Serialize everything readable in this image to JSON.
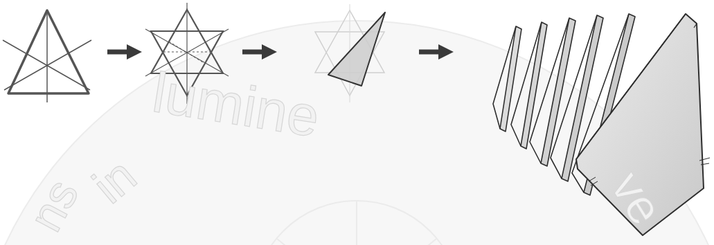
{
  "diagram": {
    "labels": [
      "ns",
      "in",
      "lumine",
      "ve"
    ]
  }
}
